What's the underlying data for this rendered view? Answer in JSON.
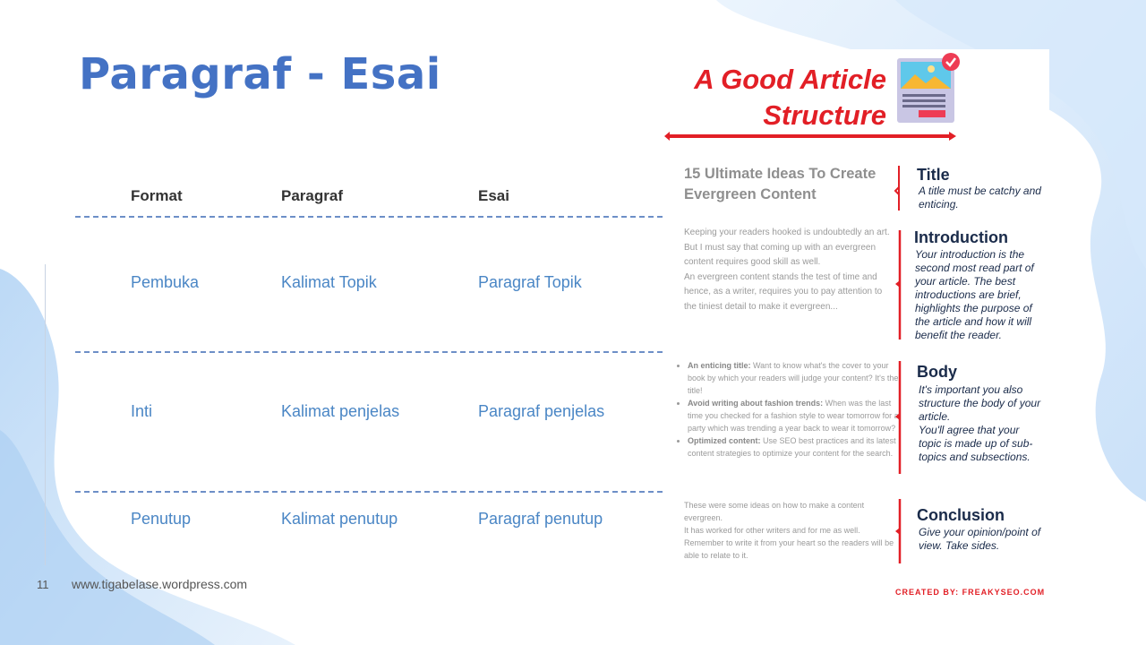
{
  "slide": {
    "title": "Paragraf - Esai",
    "page_number": "11",
    "footer_url": "www.tigabelase.wordpress.com"
  },
  "table": {
    "headers": [
      "Format",
      "Paragraf",
      "Esai"
    ],
    "rows": [
      [
        "Pembuka",
        "Kalimat Topik",
        "Paragraf Topik"
      ],
      [
        "Inti",
        "Kalimat penjelas",
        "Paragraf penjelas"
      ],
      [
        "Penutup",
        "Kalimat penutup",
        "Paragraf penutup"
      ]
    ]
  },
  "infographic": {
    "title_line1": "A Good Article",
    "title_line2": "Structure",
    "sample_title": "15 Ultimate Ideas To Create Evergreen Content",
    "intro_text": "Keeping your readers hooked is undoubtedly an art.\nBut I must say that coming up with an evergreen content requires good skill as well.\nAn evergreen content stands the test of time and hence, as a writer, requires you to pay attention to the tiniest detail to make it evergreen...",
    "body_bullets": [
      {
        "bold": "An enticing title:",
        "text": " Want to know what's the cover to your book by which your readers will judge your content? It's the title!"
      },
      {
        "bold": "Avoid writing about fashion trends:",
        "text": " When was the last time you checked for a fashion style to wear tomorrow for a party which was trending a year back to wear it tomorrow?"
      },
      {
        "bold": "Optimized content:",
        "text": " Use SEO best practices and its latest content strategies to optimize your content for the search."
      }
    ],
    "conclusion_text": "These were some ideas on how to make a content evergreen.\nIt has worked for other writers and for me as well.\nRemember to write it from your heart so the readers will be able to relate to it.",
    "sections": [
      {
        "heading": "Title",
        "description": "A title must be catchy and enticing."
      },
      {
        "heading": "Introduction",
        "description": "Your introduction is the second most read part of your article. The best introductions are brief, highlights the purpose of the article and how it will benefit the reader."
      },
      {
        "heading": "Body",
        "description": "It's important you also structure the body of your article.\nYou'll agree that your topic is made up of sub-topics and subsections."
      },
      {
        "heading": "Conclusion",
        "description": "Give your opinion/point of view. Take sides."
      }
    ],
    "credit": "CREATED BY: FREAKYSEO.COM"
  },
  "colors": {
    "title_blue": "#4472c4",
    "cell_blue": "#4a86c5",
    "accent_red": "#e21f26",
    "navy": "#1a2b4a"
  }
}
